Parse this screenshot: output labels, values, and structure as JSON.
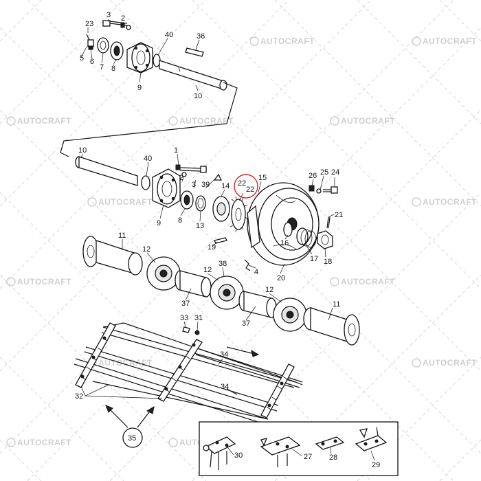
{
  "watermark": {
    "text": "AUTOCRAFT"
  },
  "callouts": [
    "1",
    "2",
    "3",
    "4",
    "5",
    "6",
    "7",
    "8",
    "9",
    "10",
    "11",
    "12",
    "13",
    "14",
    "15",
    "16",
    "17",
    "18",
    "19",
    "20",
    "21",
    "22",
    "23",
    "24",
    "25",
    "26",
    "27",
    "28",
    "29",
    "30",
    "31",
    "32",
    "33",
    "34",
    "35",
    "36",
    "37",
    "38",
    "39",
    "40"
  ],
  "top_assembly": {
    "labels": {
      "p3": "3",
      "p2": "2",
      "p23": "23",
      "p40": "40",
      "p36": "36",
      "p5": "5",
      "p6": "6",
      "p7": "7",
      "p8": "8",
      "p9": "9",
      "p10": "10"
    }
  },
  "main_assembly": {
    "labels": {
      "p10": "10",
      "p40": "40",
      "p1": "1",
      "p2": "2",
      "p3": "3",
      "p9": "9",
      "p8": "8",
      "p13": "13",
      "p39": "39",
      "p14": "14",
      "p22a": "22",
      "p22b": "22",
      "p15": "15",
      "p26": "26",
      "p25": "25",
      "p24": "24",
      "p21": "21",
      "p16": "16",
      "p17": "17",
      "p18": "18",
      "p19": "19",
      "p4": "4",
      "p20": "20"
    }
  },
  "shaft_assembly": {
    "labels": {
      "p11a": "11",
      "p12a": "12",
      "p12b": "12",
      "p38": "38",
      "p37a": "37",
      "p37b": "37",
      "p12c": "12",
      "p11b": "11"
    }
  },
  "chain_assembly": {
    "labels": {
      "p33": "33",
      "p31": "31",
      "p34a": "34",
      "p34b": "34",
      "p32": "32",
      "p35": "35"
    }
  },
  "inset": {
    "labels": {
      "p30": "30",
      "p27": "27",
      "p28": "28",
      "p29": "29"
    }
  },
  "highlight": {
    "label": "22",
    "color": "#e0201e"
  }
}
